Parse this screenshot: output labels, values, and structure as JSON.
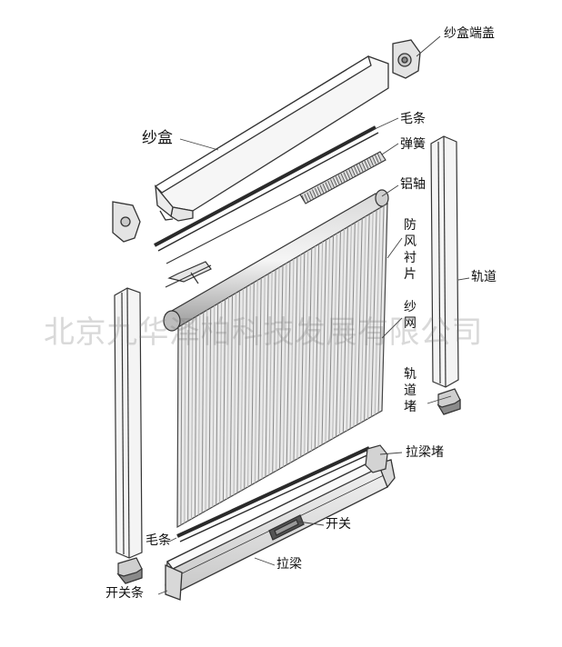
{
  "labels": {
    "box_end_cap": "纱盒端盖",
    "screen_box": "纱盒",
    "brush_strip_top": "毛条",
    "spring": "弹簧",
    "aluminum_shaft": "铝轴",
    "wind_liner": "防风衬片",
    "mesh": "纱网",
    "guide_rail": "轨道",
    "rail_plug": "轨道堵",
    "pull_bar_plug": "拉梁堵",
    "switch": "开关",
    "brush_strip_bottom": "毛条",
    "pull_bar": "拉梁",
    "switch_strip": "开关条"
  },
  "watermark": "北京九华泽柏科技发展有限公司",
  "colors": {
    "line": "#3a3a3a",
    "part_fill": "#f4f4f4",
    "mesh": "#9a9a9a",
    "dark": "#2a2a2a"
  }
}
